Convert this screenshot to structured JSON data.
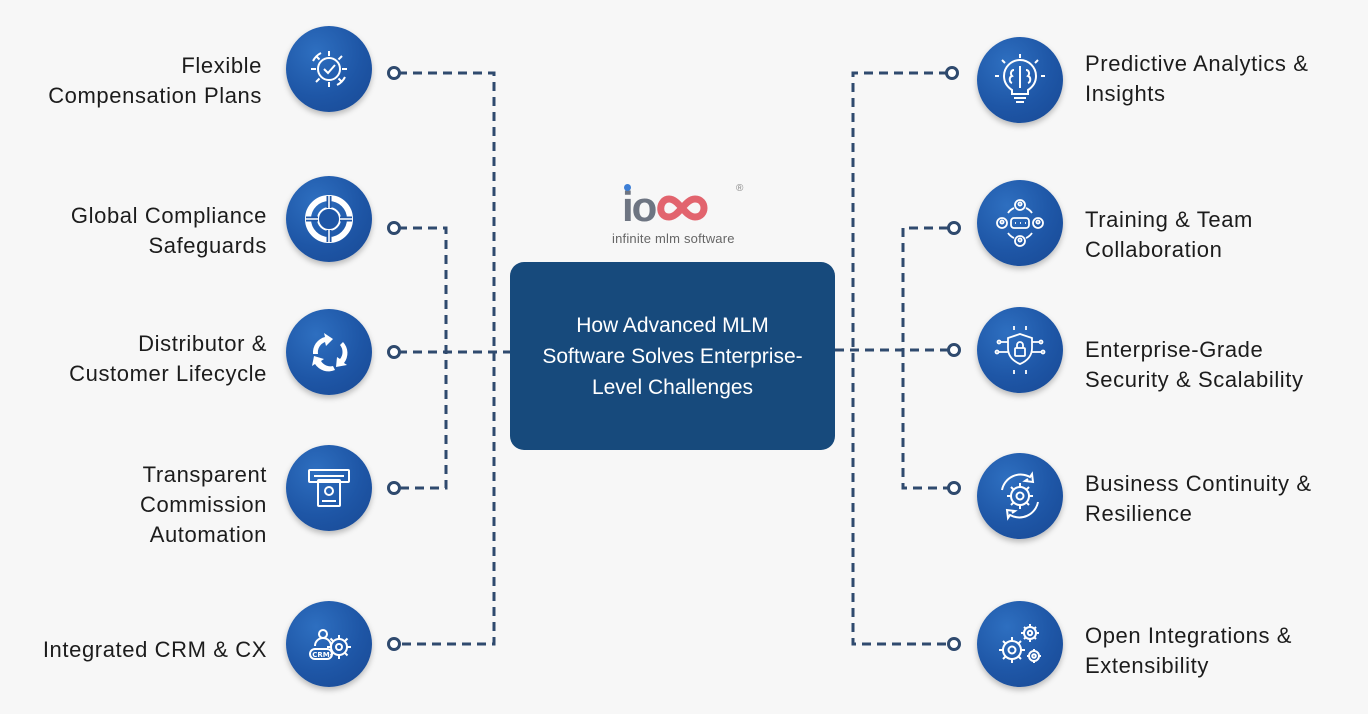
{
  "center": {
    "title": "How Advanced MLM\nSoftware Solves Enterprise-\nLevel Challenges"
  },
  "logo": {
    "mark": "io",
    "registered": "®",
    "tagline": "infinite mlm software"
  },
  "left_items": [
    {
      "label": "Flexible\nCompensation Plans",
      "icon": "gear-check-icon"
    },
    {
      "label": "Global Compliance\nSafeguards",
      "icon": "lifebuoy-icon"
    },
    {
      "label": "Distributor &\nCustomer Lifecycle",
      "icon": "cycle-arrows-icon"
    },
    {
      "label": "Transparent\nCommission\nAutomation",
      "icon": "cash-dispenser-icon"
    },
    {
      "label": "Integrated CRM & CX",
      "icon": "crm-gear-icon"
    }
  ],
  "right_items": [
    {
      "label": "Predictive Analytics &\nInsights",
      "icon": "brain-bulb-icon"
    },
    {
      "label": "Training & Team\nCollaboration",
      "icon": "team-chat-icon"
    },
    {
      "label": "Enterprise-Grade\nSecurity & Scalability",
      "icon": "secure-chip-icon"
    },
    {
      "label": "Business Continuity &\nResilience",
      "icon": "gear-cycle-icon"
    },
    {
      "label": "Open Integrations &\nExtensibility",
      "icon": "gears-icon"
    }
  ],
  "colors": {
    "primary": "#1e56a6",
    "center_box": "#174a7c",
    "connector": "#2f4a6e",
    "logo_accent": "#e2646e"
  }
}
